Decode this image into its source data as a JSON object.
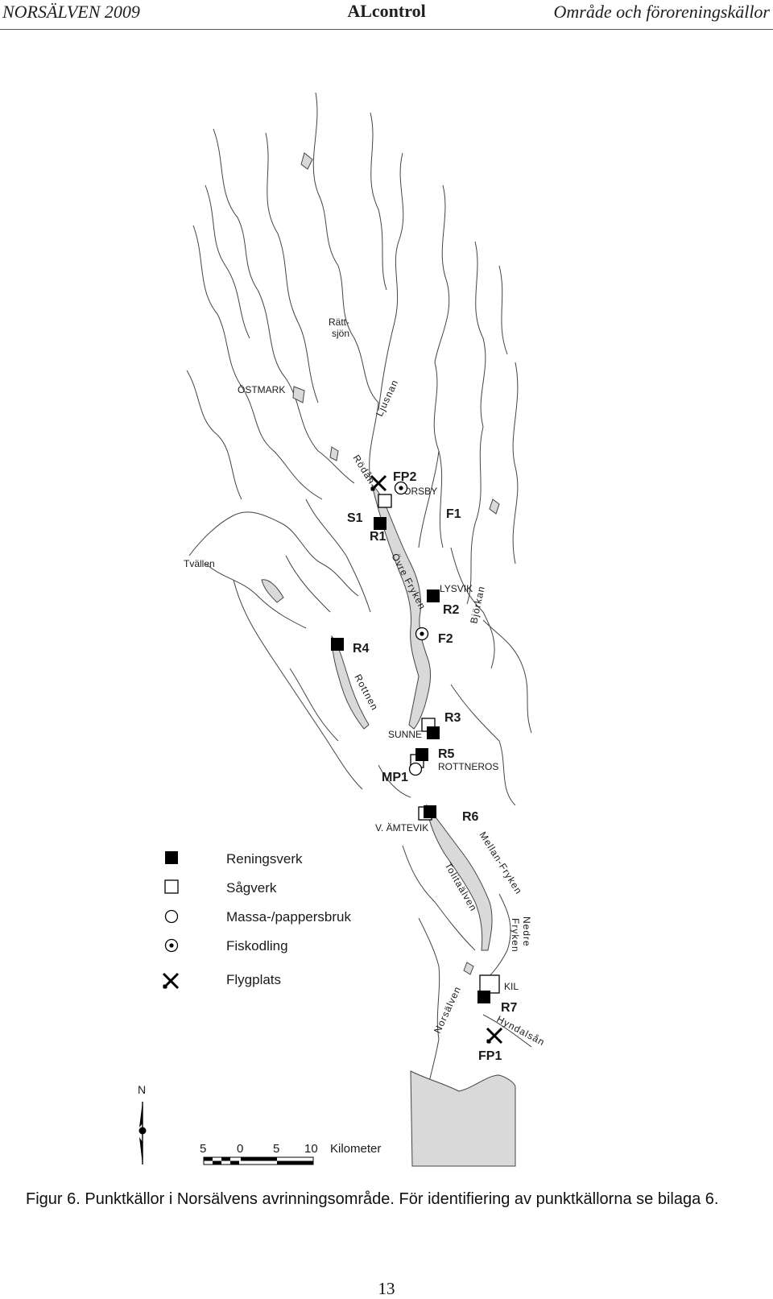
{
  "header": {
    "left": "NORSÄLVEN 2009",
    "center": "ALcontrol",
    "right": "Område och föroreningskällor"
  },
  "map": {
    "place_names": {
      "rattsjon_1": "Rätt-",
      "rattsjon_2": "sjön",
      "ostmark": "ÖSTMARK",
      "torsby": "TORSBY",
      "tvallen": "Tvällen",
      "lysvik": "LYSVIK",
      "sunne": "SUNNE",
      "rottneros": "ROTTNEROS",
      "amtevik": "V. ÄMTEVIK",
      "kil": "KIL"
    },
    "water_names": {
      "ljusnan": "Ljusnan",
      "rodan": "Rödån",
      "ovre_fryken": "Övre Fryken",
      "bjorkan": "Björkan",
      "rottnen": "Rottnen",
      "mellan_fryken": "Mellan-Fryken",
      "tolitaalven": "Tolitaälven",
      "nedre_fryken_1": "Nedre",
      "nedre_fryken_2": "Fryken",
      "norsalven": "Norsälven",
      "hyndalsan": "Hyndalsån"
    },
    "point_labels": {
      "FP2": "FP2",
      "S1": "S1",
      "R1": "R1",
      "F1": "F1",
      "R2": "R2",
      "F2": "F2",
      "R4": "R4",
      "R3": "R3",
      "R5": "R5",
      "MP1": "MP1",
      "R6": "R6",
      "R7": "R7",
      "FP1": "FP1"
    },
    "legend": {
      "reningsverk": "Reningsverk",
      "sagverk": "Sågverk",
      "massa": "Massa-/pappersbruk",
      "fiskodling": "Fiskodling",
      "flygplats": "Flygplats"
    },
    "north_label": "N",
    "scale": {
      "ticks": [
        "5",
        "0",
        "5",
        "10"
      ],
      "unit": "Kilometer"
    },
    "colors": {
      "lake_fill": "#d9d9d9",
      "line": "#444444",
      "symbol": "#000000"
    }
  },
  "caption": "Figur 6. Punktkällor i Norsälvens avrinningsområde. För identifiering av punktkällorna se bilaga 6.",
  "page_number": "13"
}
